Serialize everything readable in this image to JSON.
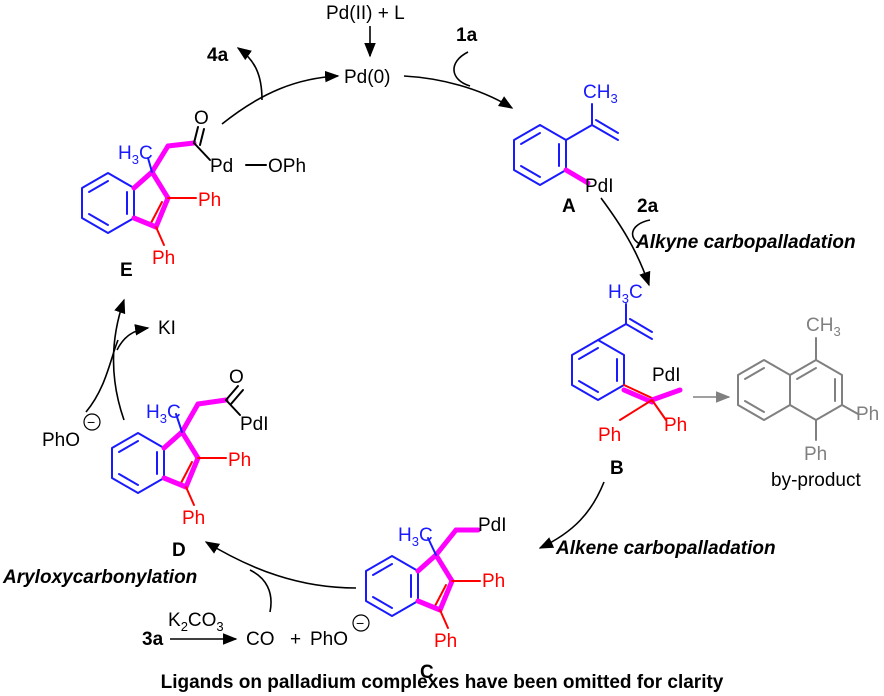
{
  "catalyst": {
    "precursor": "Pd(II) + L",
    "active": "Pd(0)"
  },
  "reagents": {
    "r1": "1a",
    "r2": "2a",
    "r3": "3a",
    "base": "K",
    "base_sub": "2",
    "base_tail": "CO",
    "base_sub2": "3",
    "co": "CO",
    "plus": "+",
    "phenoxide": "PhO",
    "minus": "−",
    "product": "4a",
    "ki": "KI"
  },
  "steps": {
    "alkyne": "Alkyne carbopalladation",
    "alkene": "Alkene carbopalladation",
    "aryloxy": "Aryloxycarbonylation"
  },
  "intermediates": {
    "A": "A",
    "B": "B",
    "C": "C",
    "D": "D",
    "E": "E"
  },
  "atoms": {
    "ch3": "CH",
    "three": "3",
    "h3c_h": "H",
    "h3c_tail": "C",
    "pdi": "PdI",
    "pd": "Pd",
    "oph": "OPh",
    "ph": "Ph",
    "o": "O"
  },
  "byproduct": {
    "label": "by-product"
  },
  "footnote": "Ligands on palladium complexes have been omitted for clarity"
}
